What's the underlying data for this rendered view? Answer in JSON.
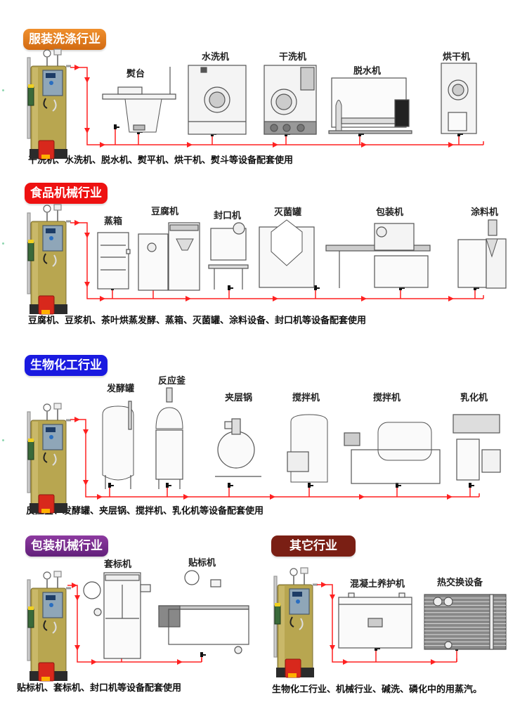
{
  "sections": [
    {
      "id": "garment",
      "title": "服装洗涤行业",
      "color": "#e07a1e",
      "machines": [
        "熨台",
        "水洗机",
        "干洗机",
        "脱水机",
        "烘干机"
      ],
      "caption": "干洗机、水洗机、脱水机、熨平机、烘干机、熨斗等设备配套使用"
    },
    {
      "id": "food",
      "title": "食品机械行业",
      "color": "#ee1111",
      "machines": [
        "蒸箱",
        "豆腐机",
        "封口机",
        "灭菌罐",
        "包装机",
        "涂料机"
      ],
      "caption": "豆腐机、豆浆机、茶叶烘蒸发酵、蒸箱、灭菌罐、涂料设备、封口机等设备配套使用"
    },
    {
      "id": "biochem",
      "title": "生物化工行业",
      "color": "#1a1ae0",
      "machines": [
        "发酵罐",
        "反应釜",
        "夹层锅",
        "搅拌机",
        "搅拌机",
        "乳化机"
      ],
      "caption": "反应釜、发酵罐、夹层锅、搅拌机、乳化机等设备配套使用"
    },
    {
      "id": "packaging",
      "title": "包装机械行业",
      "color": "#7b2a8c",
      "machines": [
        "套标机",
        "贴标机"
      ],
      "caption": "贴标机、套标机、封口机等设备配套使用"
    },
    {
      "id": "other",
      "title": "其它行业",
      "color": "#7a1f14",
      "machines": [
        "混凝土养护机",
        "热交换设备"
      ],
      "caption": "生物化工行业、机械行业、碱洗、磷化中的用蒸汽。"
    }
  ],
  "colors": {
    "pipe": "#ff2020",
    "boiler_body": "#b8a650",
    "burner": "#d8281c",
    "outline": "#555555"
  }
}
